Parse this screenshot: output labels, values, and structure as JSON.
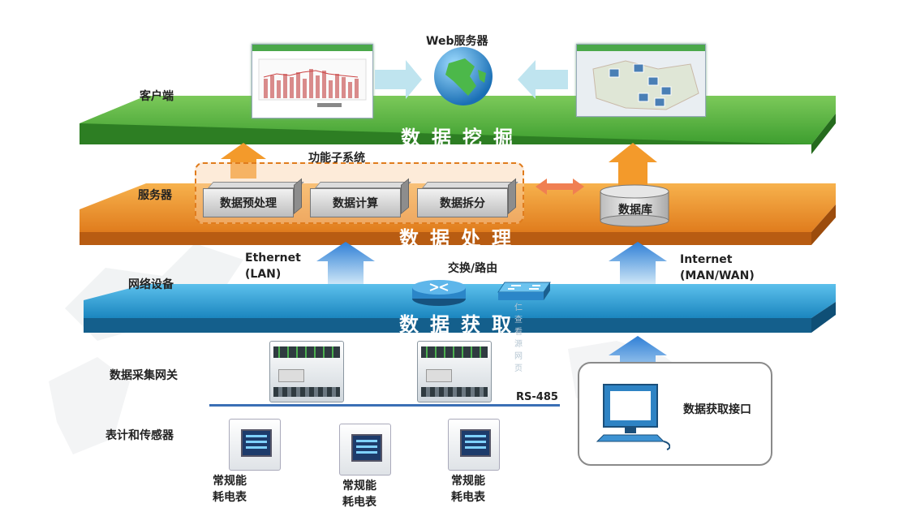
{
  "colors": {
    "green_layer": "#2f9a2a",
    "orange_layer": "#d9741c",
    "blue_layer": "#1b82b8",
    "arrow_orange": "#f39a2b",
    "arrow_blue": "#2f7fd6",
    "arrow_pale": "#bfe4ef",
    "bus_line": "#3a6fb5"
  },
  "layers": {
    "client": {
      "title": "数据挖掘",
      "side_label": "客户端"
    },
    "server": {
      "title": "数据处理",
      "side_label": "服务器"
    },
    "network": {
      "title": "数据获取",
      "side_label": "网络设备"
    }
  },
  "top": {
    "web_server_label": "Web服务器"
  },
  "server": {
    "subsystem_label": "功能子系统",
    "boxes": [
      "数据预处理",
      "数据计算",
      "数据拆分"
    ],
    "database_label": "数据库"
  },
  "network": {
    "left_label_line1": "Ethernet",
    "left_label_line2": "(LAN)",
    "right_label_line1": "Internet",
    "right_label_line2": "(MAN/WAN)",
    "switch_label": "交换/路由",
    "watermark": "仁 查看源网页"
  },
  "bottom": {
    "gateway_label": "数据采集网关",
    "meters_label": "表计和传感器",
    "bus_label": "RS-485",
    "interface_label": "数据获取接口",
    "meter_line1": "常规能",
    "meter_line2": "耗电表"
  },
  "icons": [
    "globe-icon",
    "router-icon",
    "switch-icon",
    "computer-icon",
    "database-icon"
  ]
}
